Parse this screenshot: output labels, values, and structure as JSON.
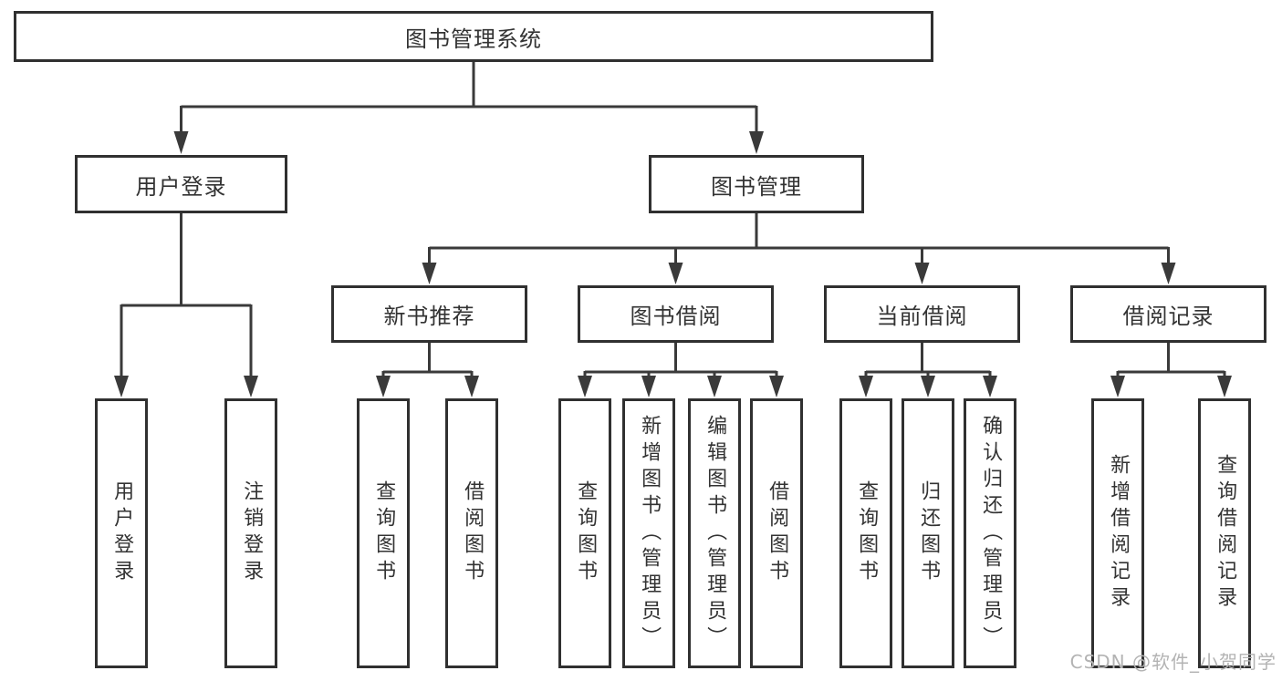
{
  "diagram": {
    "root": {
      "label": "图书管理系统"
    },
    "level2": [
      {
        "label": "用户登录"
      },
      {
        "label": "图书管理"
      }
    ],
    "level3": [
      {
        "label": "新书推荐",
        "parent": "图书管理"
      },
      {
        "label": "图书借阅",
        "parent": "图书管理"
      },
      {
        "label": "当前借阅",
        "parent": "图书管理"
      },
      {
        "label": "借阅记录",
        "parent": "图书管理"
      }
    ],
    "leaves": [
      {
        "label": "用户登录",
        "parent": "用户登录"
      },
      {
        "label": "注销登录",
        "parent": "用户登录"
      },
      {
        "label": "查询图书",
        "parent": "新书推荐"
      },
      {
        "label": "借阅图书",
        "parent": "新书推荐"
      },
      {
        "label": "查询图书",
        "parent": "图书借阅"
      },
      {
        "label": "新增图书（管理员）",
        "parent": "图书借阅"
      },
      {
        "label": "编辑图书（管理员）",
        "parent": "图书借阅"
      },
      {
        "label": "借阅图书",
        "parent": "图书借阅"
      },
      {
        "label": "查询图书",
        "parent": "当前借阅"
      },
      {
        "label": "归还图书",
        "parent": "当前借阅"
      },
      {
        "label": "确认归还（管理员）",
        "parent": "当前借阅"
      },
      {
        "label": "新增借阅记录",
        "parent": "借阅记录"
      },
      {
        "label": "查询借阅记录",
        "parent": "借阅记录"
      }
    ],
    "colors": {
      "line": "#3a3a3a",
      "box_border": "#303030",
      "box_fill": "#ffffff",
      "text": "#333333",
      "background": "#ffffff",
      "watermark": "#b3b3b3"
    }
  },
  "watermark": {
    "text": "CSDN @软件_小贺同学"
  }
}
